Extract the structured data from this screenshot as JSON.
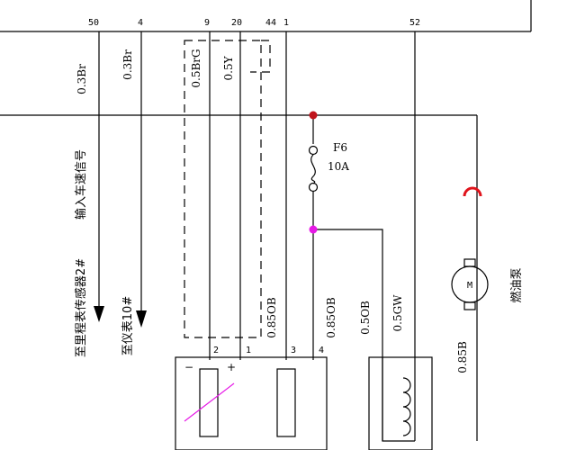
{
  "pins_top": {
    "p50": "50",
    "p4": "4",
    "p9": "9",
    "p20": "20",
    "p44": "44",
    "p1": "1",
    "p52": "52"
  },
  "wire_labels": {
    "w1": "0.3Br",
    "w2": "0.3Br",
    "w3": "0.5BrG",
    "w4": "0.5Y",
    "w5": "0.85OB",
    "w6": "0.85OB",
    "w7": "0.5OB",
    "w8": "0.5GW",
    "w9": "0.85B"
  },
  "fuse": {
    "name": "F6",
    "rating": "10A"
  },
  "texts": {
    "speed_input": "输入车速信号",
    "odometer_sensor": "至里程表传感器2#",
    "instrument": "至仪表10#",
    "fuel_pump": "燃油泵",
    "motor": "M"
  },
  "pins_bottom": {
    "b2": "2",
    "b1": "1",
    "b3": "3",
    "b4": "4"
  },
  "sensor_marks": {
    "minus": "−",
    "plus": "+"
  },
  "colors": {
    "junction_red": "#c0141c",
    "junction_magenta": "#e619e6",
    "arc_red": "#e0141c"
  }
}
